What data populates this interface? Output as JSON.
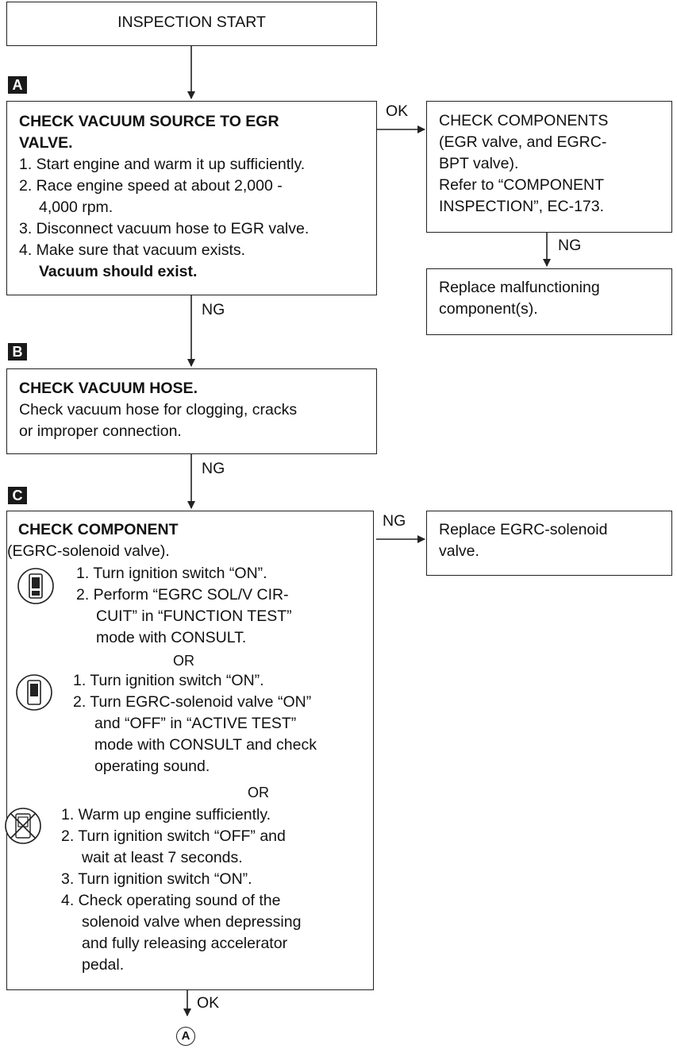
{
  "start": {
    "label": "INSPECTION START"
  },
  "steps": {
    "a": {
      "badge": "A",
      "title_line1": "CHECK VACUUM SOURCE TO EGR",
      "title_line2": "VALVE.",
      "lines": [
        "1. Start engine and warm it up sufficiently.",
        "2. Race engine speed at about 2,000 -",
        "4,000 rpm.",
        "3. Disconnect vacuum hose to EGR valve.",
        "4. Make sure that vacuum exists."
      ],
      "result": "Vacuum should exist.",
      "ok_label": "OK",
      "ng_label": "NG"
    },
    "components": {
      "lines": [
        "CHECK COMPONENTS",
        "(EGR valve, and EGRC-",
        "BPT valve).",
        "Refer to “COMPONENT",
        "INSPECTION”, EC-173."
      ],
      "ng_label": "NG"
    },
    "replace_components": {
      "lines": [
        "Replace malfunctioning",
        "component(s)."
      ]
    },
    "b": {
      "badge": "B",
      "title": "CHECK VACUUM HOSE.",
      "lines": [
        "Check vacuum hose for clogging, cracks",
        "or improper connection."
      ],
      "ng_label": "NG"
    },
    "c": {
      "badge": "C",
      "title": "CHECK COMPONENT",
      "subtitle": "(EGRC-solenoid valve).",
      "method1": [
        "1. Turn ignition switch “ON”.",
        "2. Perform “EGRC SOL/V CIR-",
        "CUIT” in “FUNCTION TEST”",
        "mode with CONSULT."
      ],
      "or1": "OR",
      "method2": [
        "1. Turn ignition switch “ON”.",
        "2. Turn EGRC-solenoid valve “ON”",
        "and “OFF” in “ACTIVE TEST”",
        "mode with CONSULT and check",
        "operating sound."
      ],
      "or2": "OR",
      "method3": [
        "1. Warm up engine sufficiently.",
        "2. Turn ignition switch “OFF” and",
        "wait at least 7 seconds.",
        "3. Turn ignition switch “ON”.",
        "4. Check operating sound of the",
        "solenoid valve when depressing",
        "and fully releasing accelerator",
        "pedal."
      ],
      "ng_label": "NG",
      "ok_label": "OK"
    },
    "replace_solenoid": {
      "lines": [
        "Replace EGRC-solenoid",
        "valve."
      ]
    }
  },
  "end": {
    "label": "A"
  },
  "icons": [
    "consult-ok-icon",
    "consult-icon",
    "no-tools-icon"
  ]
}
